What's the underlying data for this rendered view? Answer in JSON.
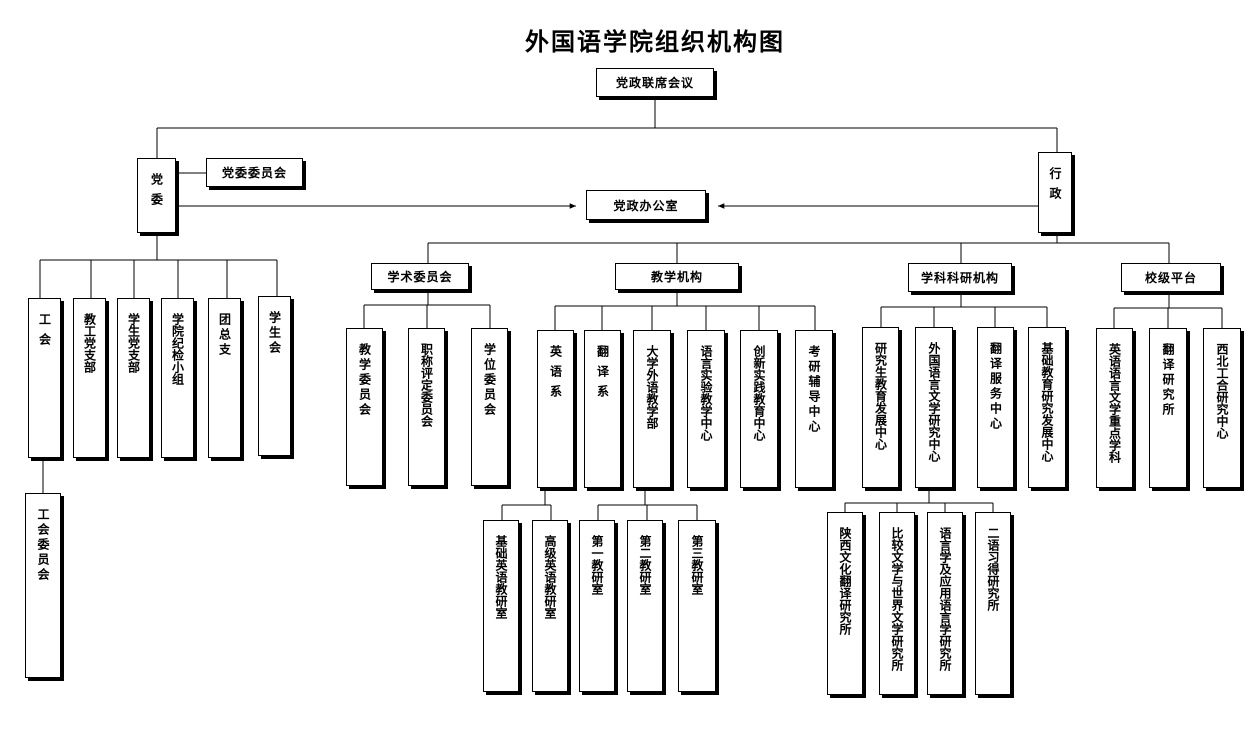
{
  "title": "外国语学院组织机构图",
  "top": "党政联席会议",
  "party": "党委",
  "admin": "行政",
  "party_committee": "党委委员会",
  "office": "党政办公室",
  "party_units": [
    "工会",
    "教工党支部",
    "学生党支部",
    "学院纪检小组",
    "团总支",
    "学生会"
  ],
  "union_committee": "工会委员会",
  "admin_groups": {
    "academic": "学术委员会",
    "teaching": "教学机构",
    "research": "学科科研机构",
    "platform": "校级平台"
  },
  "academic_units": [
    "教学委员会",
    "职称评定委员会",
    "学位委员会"
  ],
  "teaching_units": [
    "英语系",
    "翻译系",
    "大学外语教学部",
    "语言实验教学中心",
    "创新实践教育中心",
    "考研辅导中心"
  ],
  "english_subunits": [
    "基础英语教研室",
    "高级英语教研室"
  ],
  "college_english_subunits": [
    "第一教研室",
    "第二教研室",
    "第三教研室"
  ],
  "research_units": [
    "研究生教育发展中心",
    "外国语言文学研究中心",
    "翻译服务中心",
    "基础教育研究发展中心"
  ],
  "research_subunits": [
    "陕西文化翻译研究所",
    "比较文学与世界文学研究所",
    "语言学及应用语言学研究所",
    "二语习得研究所"
  ],
  "platform_units": [
    "英语语言文学重点学科",
    "翻译研究所",
    "西北工合研究中心"
  ]
}
